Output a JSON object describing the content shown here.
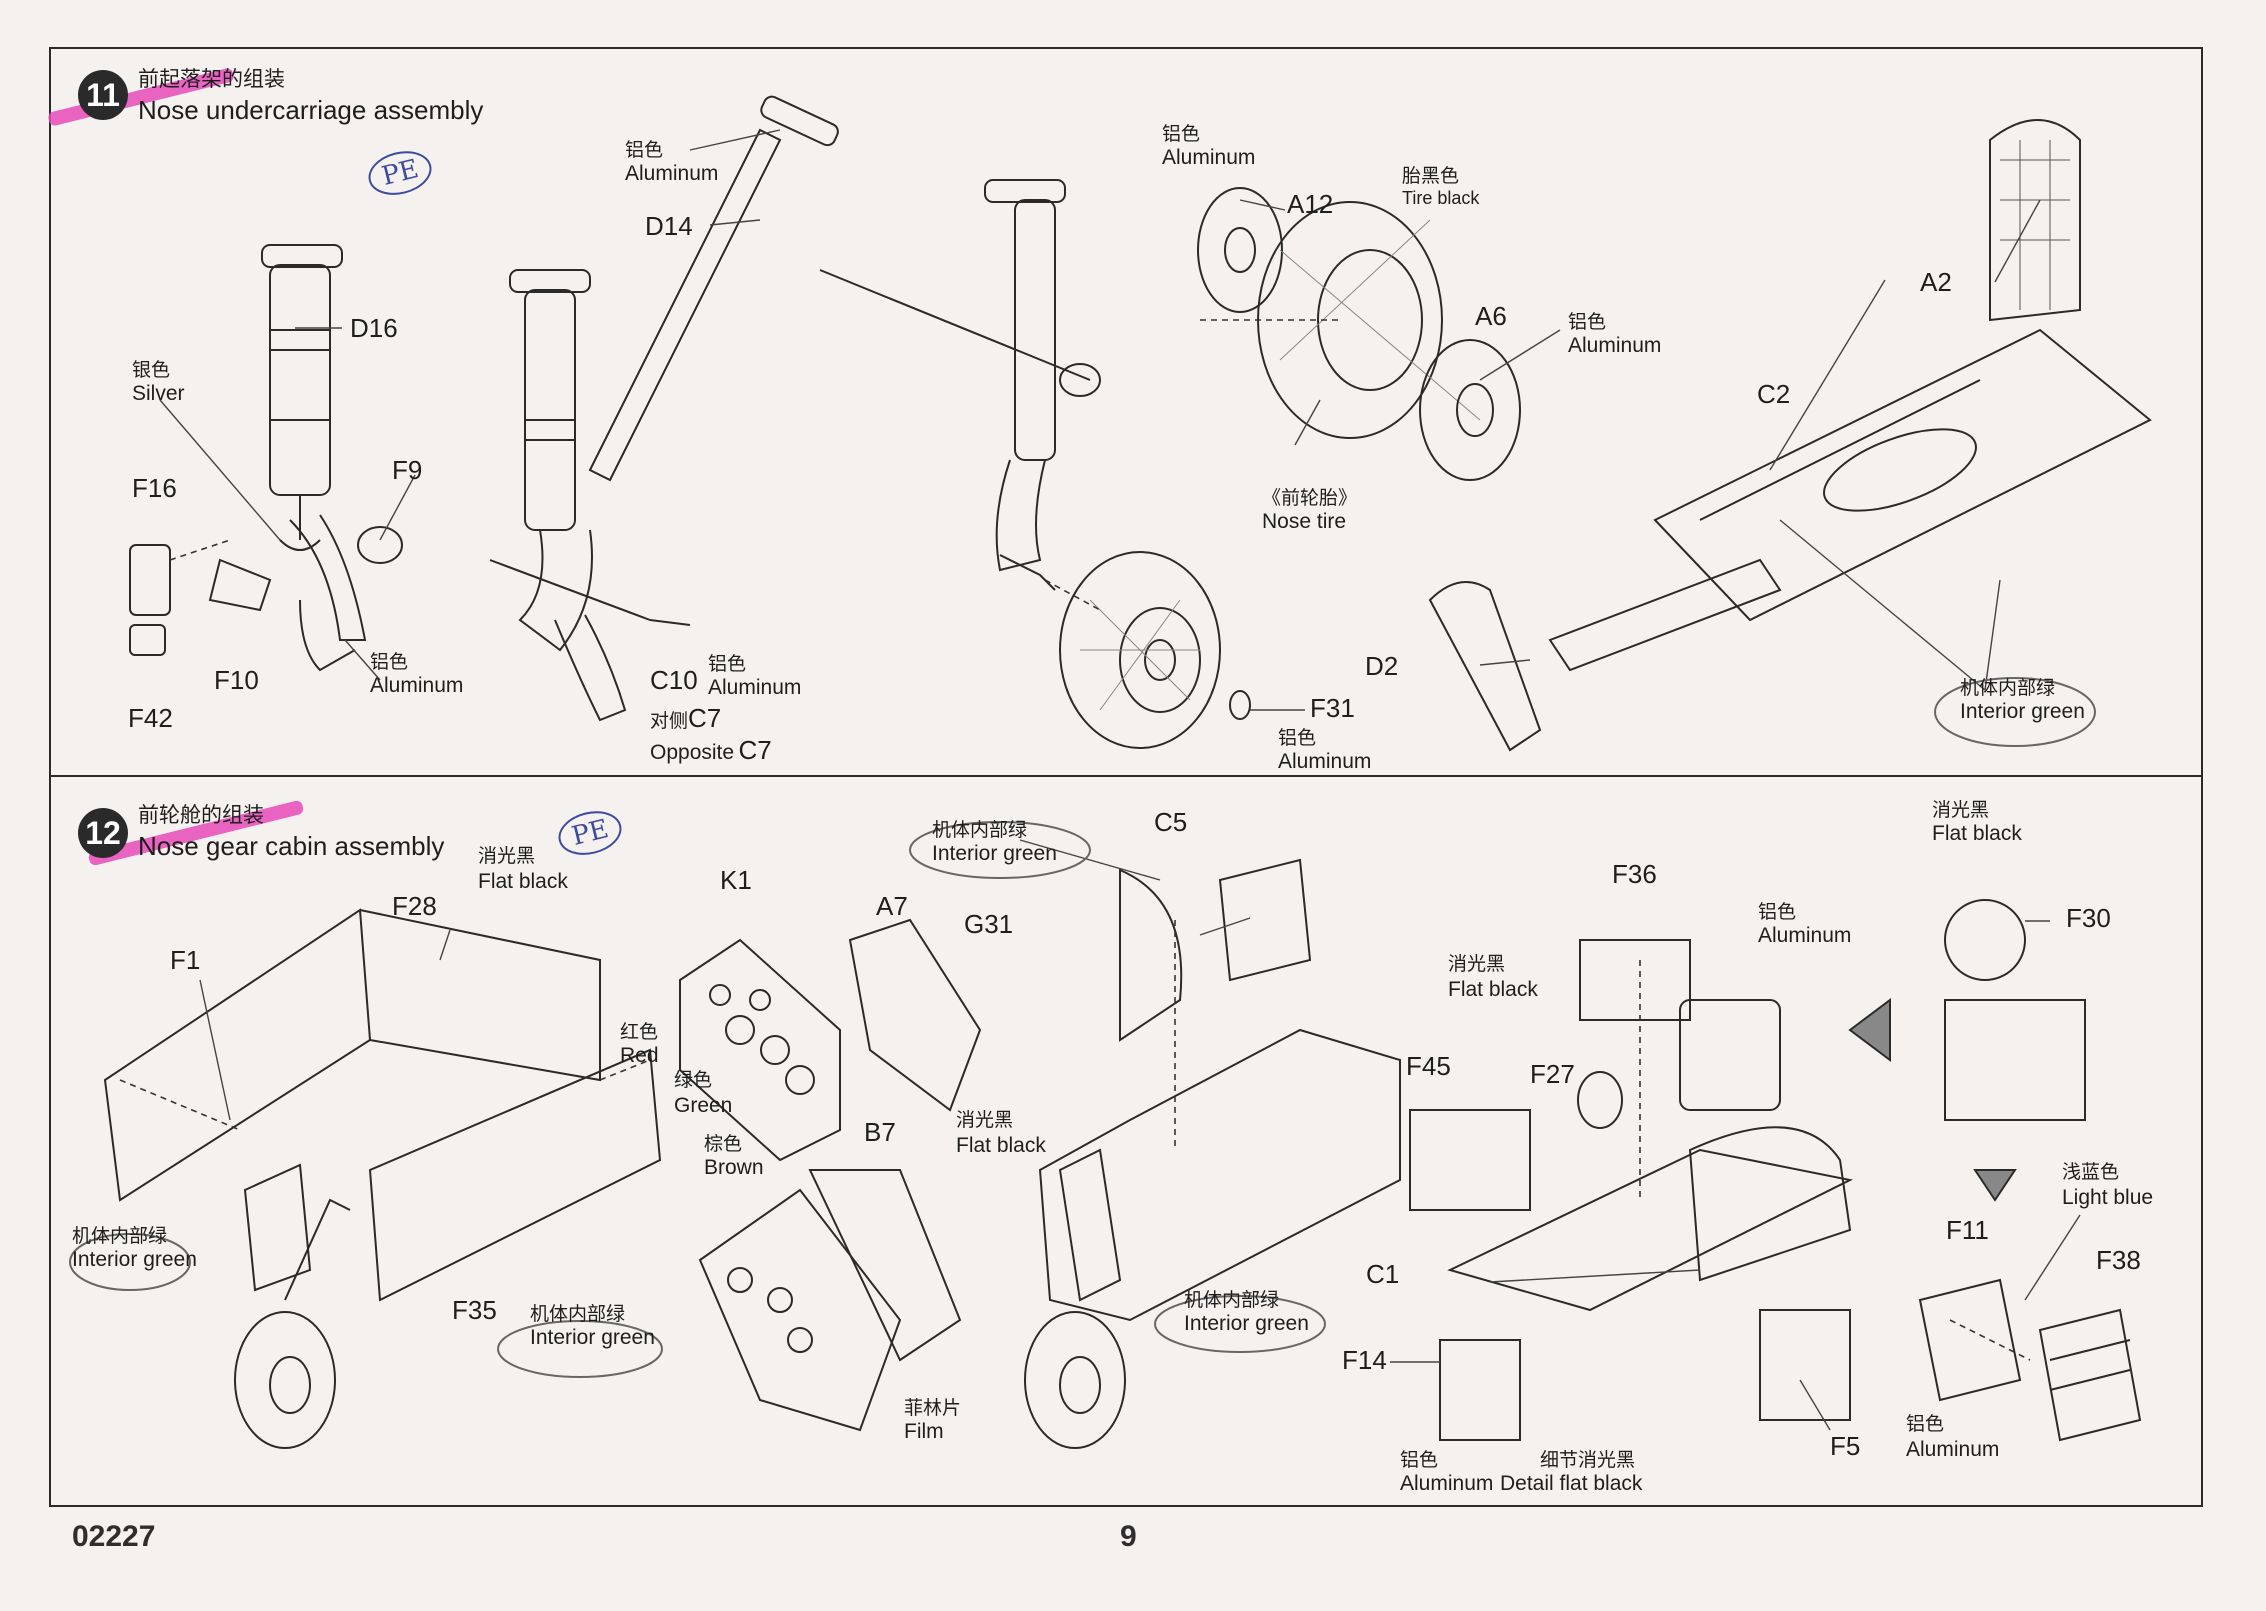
{
  "step11": {
    "number": "11",
    "title_zh": "前起落架的组装",
    "title_en": "Nose undercarriage assembly",
    "pe_mark": "PE",
    "labels": {
      "al1_zh": "铝色",
      "al1_en": "Aluminum",
      "D14": "D14",
      "D16": "D16",
      "silver_zh": "银色",
      "silver_en": "Silver",
      "F16": "F16",
      "F9": "F9",
      "F10": "F10",
      "F42": "F42",
      "al2_zh": "铝色",
      "al2_en": "Aluminum",
      "C10": "C10",
      "al3_zh": "铝色",
      "al3_en": "Aluminum",
      "opp_zh": "对侧",
      "C7": "C7",
      "opp_en": "Opposite",
      "C7b": "C7",
      "al4_zh": "铝色",
      "al4_en": "Aluminum",
      "A12": "A12",
      "tire_zh": "胎黑色",
      "tire_en": "Tire black",
      "A6": "A6",
      "al5_zh": "铝色",
      "al5_en": "Aluminum",
      "nose_tire_zh": "《前轮胎》",
      "nose_tire_en": "Nose tire",
      "F31": "F31",
      "al6_zh": "铝色",
      "al6_en": "Aluminum",
      "A2": "A2",
      "C2": "C2",
      "D2": "D2",
      "ig_zh": "机体内部绿",
      "ig_en": "Interior green"
    }
  },
  "step12": {
    "number": "12",
    "title_zh": "前轮舱的组装",
    "title_en": "Nose gear cabin assembly",
    "pe_mark": "PE",
    "labels": {
      "fb1_zh": "消光黑",
      "fb1_en": "Flat black",
      "F28": "F28",
      "F1": "F1",
      "ig1_zh": "机体内部绿",
      "ig1_en": "Interior green",
      "F35": "F35",
      "ig2_zh": "机体内部绿",
      "ig2_en": "Interior green",
      "K1": "K1",
      "red_zh": "红色",
      "red_en": "Red",
      "green_zh": "绿色",
      "green_en": "Green",
      "brown_zh": "棕色",
      "brown_en": "Brown",
      "A7": "A7",
      "fb2_zh": "消光黑",
      "fb2_en": "Flat black",
      "B7": "B7",
      "film_zh": "菲林片",
      "film_en": "Film",
      "ig3_zh": "机体内部绿",
      "ig3_en": "Interior green",
      "C5": "C5",
      "G31": "G31",
      "F36": "F36",
      "al1_zh": "铝色",
      "al1_en": "Aluminum",
      "fb3_zh": "消光黑",
      "fb3_en": "Flat black",
      "F45": "F45",
      "F27": "F27",
      "ig4_zh": "机体内部绿",
      "ig4_en": "Interior green",
      "C1": "C1",
      "F14": "F14",
      "al2_zh": "铝色",
      "al2_en": "Aluminum",
      "dfb_zh": "细节消光黑",
      "dfb_en": "Detail flat black",
      "F5": "F5",
      "al3_zh": "铝色",
      "al3_en": "Aluminum",
      "fb4_zh": "消光黑",
      "fb4_en": "Flat black",
      "F30": "F30",
      "lb_zh": "浅蓝色",
      "lb_en": "Light blue",
      "F11": "F11",
      "F38": "F38"
    }
  },
  "footer": {
    "code": "02227",
    "page": "9"
  },
  "colors": {
    "highlight": "#e64ab8",
    "pen": "#3c4aa0",
    "paper": "#f4f1ee",
    "ink": "#2a2a2a"
  }
}
